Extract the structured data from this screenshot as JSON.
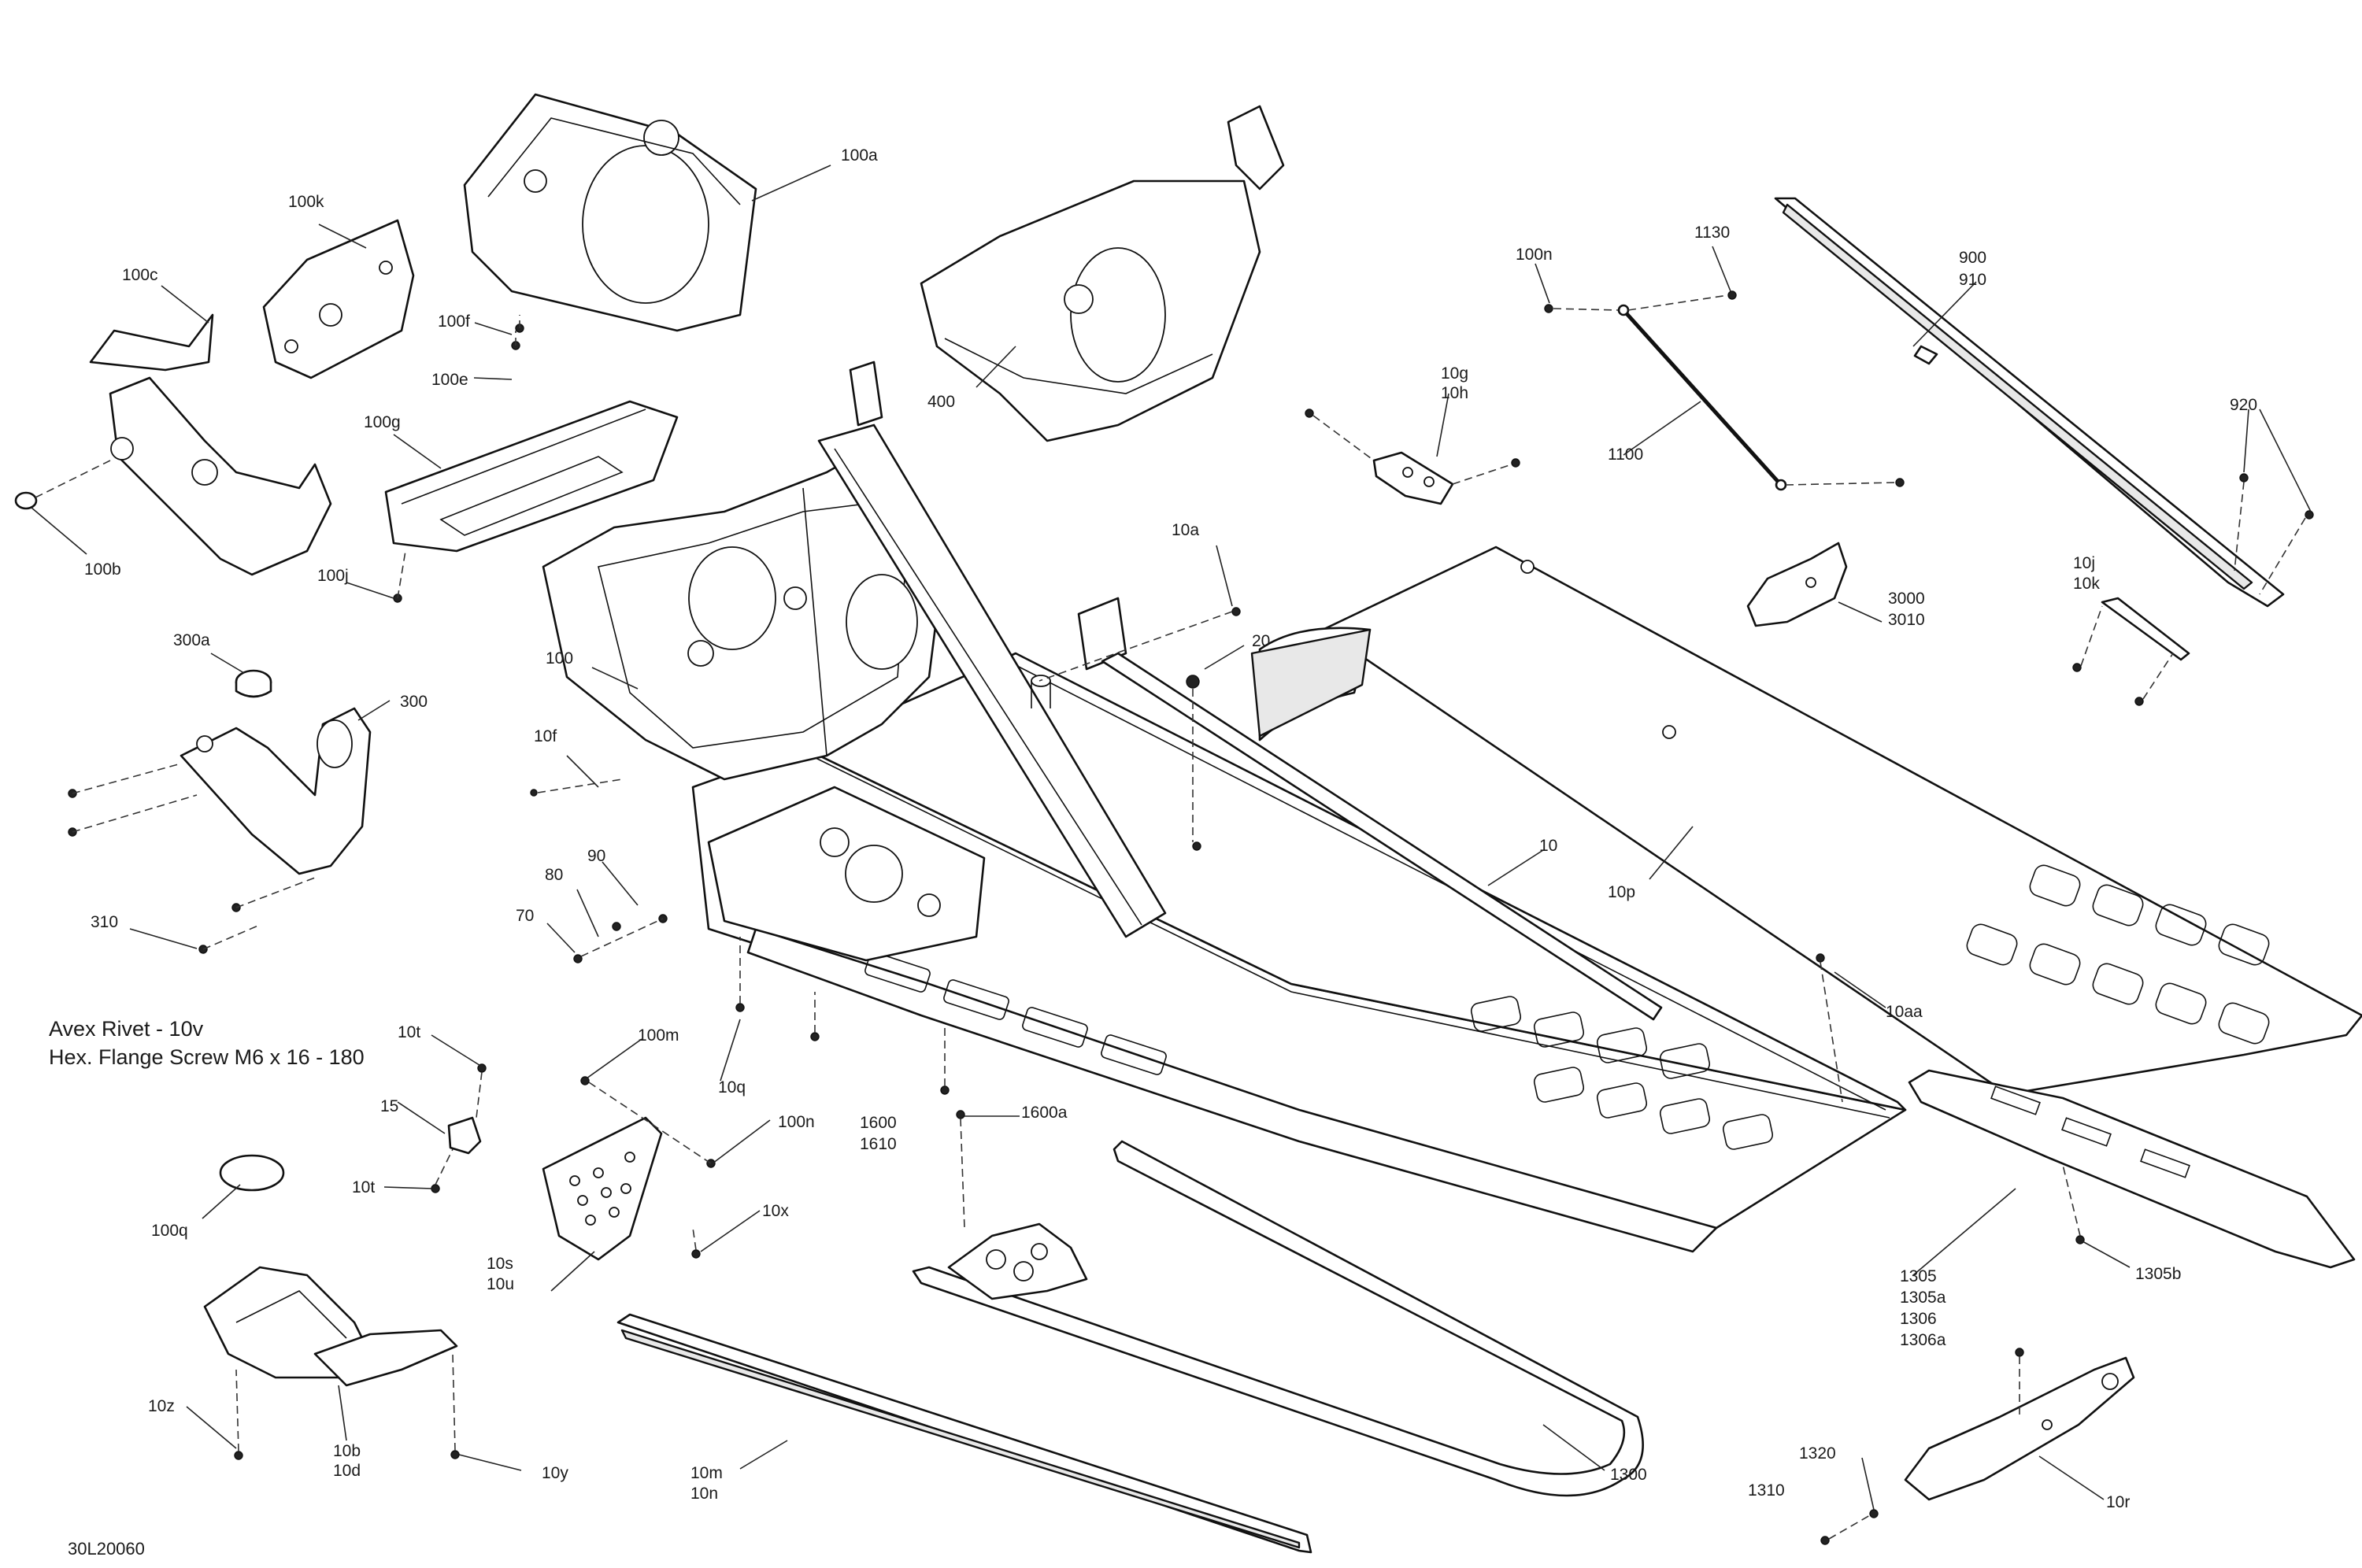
{
  "callouts": {
    "c100a": "100a",
    "c100k": "100k",
    "c100c": "100c",
    "c100f": "100f",
    "c100e": "100e",
    "c100g": "100g",
    "c100b": "100b",
    "c100j": "100j",
    "c300a": "300a",
    "c300": "300",
    "c310": "310",
    "c400": "400",
    "c100n_top": "100n",
    "c1130": "1130",
    "c900": "900",
    "c910": "910",
    "c10g": "10g",
    "c10h": "10h",
    "c1100": "1100",
    "c920": "920",
    "c10j": "10j",
    "c10k": "10k",
    "c3000": "3000",
    "c3010": "3010",
    "c10a": "10a",
    "c100": "100",
    "c20": "20",
    "c10f": "10f",
    "c90": "90",
    "c80": "80",
    "c70": "70",
    "c10": "10",
    "c10p": "10p",
    "c10aa": "10aa",
    "c10t_top": "10t",
    "c15": "15",
    "c10t_bot": "10t",
    "c100q": "100q",
    "c100m": "100m",
    "c10q": "10q",
    "c100n_mid": "100n",
    "c1600": "1600",
    "c1610": "1610",
    "c1600a": "1600a",
    "c10x": "10x",
    "c10s": "10s",
    "c10u": "10u",
    "c1305": "1305",
    "c1305a": "1305a",
    "c1306": "1306",
    "c1306a": "1306a",
    "c1305b": "1305b",
    "c10z": "10z",
    "c10b": "10b",
    "c10d": "10d",
    "c10y": "10y",
    "c10m": "10m",
    "c10n": "10n",
    "c1300": "1300",
    "c1320": "1320",
    "c1310": "1310",
    "c10r": "10r"
  },
  "notes": {
    "line1": "Avex Rivet - 10v",
    "line2": "Hex. Flange Screw M6 x 16 - 180"
  },
  "diagram_code": "30L20060"
}
